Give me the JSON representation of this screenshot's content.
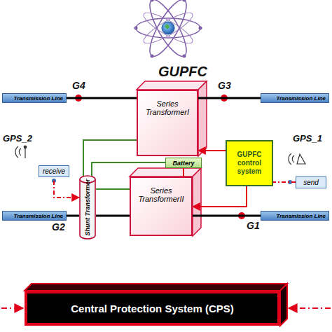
{
  "diagram": {
    "nodes": [
      {
        "text": [
          "Transmission Line"
        ]
      },
      {
        "text": [
          "Series TransformerI"
        ]
      },
      {
        "text": [
          "Transmission Line"
        ]
      },
      {
        "text": [
          "Battery"
        ]
      },
      {
        "text": [
          "GUPFC control system"
        ]
      },
      {
        "text": [
          "receive"
        ]
      },
      {
        "text": [
          "send"
        ]
      },
      {
        "text": [
          "Shunt Transformer"
        ]
      },
      {
        "text": [
          "Series TransformerII"
        ]
      },
      {
        "text": [
          "Transmission Line"
        ]
      },
      {
        "text": [
          "Transmission Line"
        ]
      },
      {
        "text": [
          "Central Protection System (CPS)"
        ]
      }
    ],
    "edges": [
      {
        "from": 0,
        "to": 1,
        "arrow": "none"
      },
      {
        "from": 1,
        "to": 2,
        "arrow": "none"
      },
      {
        "from": 9,
        "to": 7,
        "arrow": "none"
      },
      {
        "from": 7,
        "to": 8,
        "arrow": "none"
      },
      {
        "from": 8,
        "to": 10,
        "arrow": "none"
      },
      {
        "from": 4,
        "to": 1,
        "arrow": "to"
      },
      {
        "from": 4,
        "to": 8,
        "arrow": "to"
      },
      {
        "from": 6,
        "to": 4,
        "arrow": "none"
      },
      {
        "from": 5,
        "to": 7,
        "arrow": "to"
      },
      {
        "from": 7,
        "to": 1,
        "arrow": "none"
      },
      {
        "from": 7,
        "to": 3,
        "arrow": "none"
      },
      {
        "from": 7,
        "to": 8,
        "arrow": "none"
      },
      {
        "from": 3,
        "to": 8,
        "arrow": "none"
      }
    ],
    "labels": [
      "GUPFC",
      "G4",
      "G3",
      "GPS_2",
      "GPS_1",
      "G2",
      "G1"
    ]
  }
}
